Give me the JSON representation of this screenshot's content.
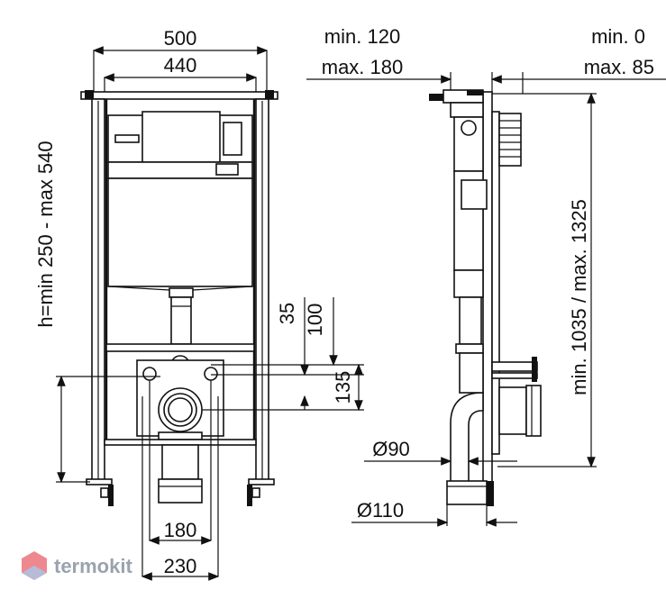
{
  "front_view": {
    "width_outer": "500",
    "width_inner": "440",
    "height_range": "h=min 250 - max 540",
    "offset_35": "35",
    "offset_100": "100",
    "offset_135": "135",
    "bolt_spacing": "180",
    "outer_spacing": "230"
  },
  "side_view": {
    "depth_min": "min. 120",
    "depth_max": "max. 180",
    "adj_min": "min. 0",
    "adj_max": "max. 85",
    "height_range": "min. 1035 / max. 1325",
    "pipe_small": "Ø90",
    "pipe_large": "Ø110"
  },
  "watermark": {
    "brand": "termokit",
    "logo_color": "#e8606a",
    "text_color": "#9aa3ad"
  }
}
